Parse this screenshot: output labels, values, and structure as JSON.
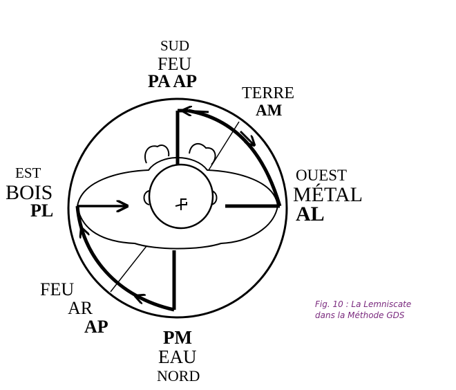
{
  "figure": {
    "caption_line1": "Fig. 10 : La Lemniscate",
    "caption_line2": "dans la Méthode GDS",
    "caption_color": "#7a2a7e",
    "labels": {
      "sud": "SUD",
      "sud_element": "FEU",
      "sud_chain": "PA AP",
      "terre": "TERRE",
      "terre_chain": "AM",
      "ouest": "OUEST",
      "ouest_element": "MÉTAL",
      "ouest_chain": "AL",
      "est": "EST",
      "est_element": "BOIS",
      "est_chain": "PL",
      "feu_sw": "FEU",
      "feu_sw_chain1": "AR",
      "feu_sw_chain2": "AP",
      "nord_chain": "PM",
      "nord_element": "EAU",
      "nord": "NORD"
    }
  }
}
